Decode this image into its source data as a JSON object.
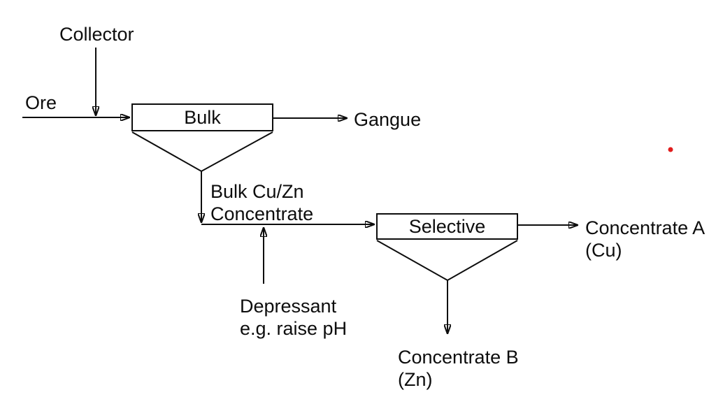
{
  "diagram": {
    "type": "process-flow",
    "background_color": "#ffffff",
    "stroke_color": "#0d0d0d",
    "cells": {
      "bulk": {
        "label": "Bulk"
      },
      "selective": {
        "label": "Selective"
      }
    },
    "streams": {
      "collector": "Collector",
      "ore": "Ore",
      "gangue": "Gangue",
      "bulk_concentrate": {
        "line1": "Bulk Cu/Zn",
        "line2": "Concentrate"
      },
      "depressant": {
        "line1": "Depressant",
        "line2": "e.g. raise pH"
      },
      "concentrate_a": {
        "line1": "Concentrate A",
        "line2": "(Cu)"
      },
      "concentrate_b": {
        "line1": "Concentrate B",
        "line2": "(Zn)"
      }
    },
    "annotations": {
      "red_dot_color": "#e11d1d"
    }
  }
}
